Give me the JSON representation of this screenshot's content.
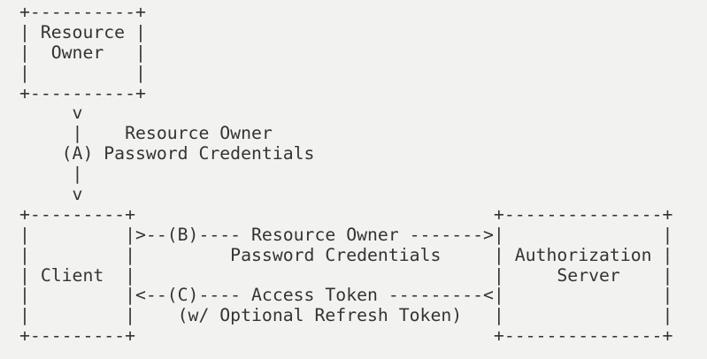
{
  "colors": {
    "background": "#f2f2f0",
    "text": "#343434"
  },
  "diagram": {
    "kind": "ascii-flow-diagram",
    "lines": [
      "+----------+",
      "| Resource |",
      "|  Owner   |",
      "|          |",
      "+----------+",
      "     v",
      "     |    Resource Owner",
      "    (A) Password Credentials",
      "     |",
      "     v",
      "+---------+                                  +---------------+",
      "|         |>--(B)---- Resource Owner ------->|               |",
      "|         |         Password Credentials     | Authorization |",
      "| Client  |                                  |     Server    |",
      "|         |<--(C)---- Access Token ---------<|               |",
      "|         |    (w/ Optional Refresh Token)   |               |",
      "+---------+                                  +---------------+"
    ]
  }
}
